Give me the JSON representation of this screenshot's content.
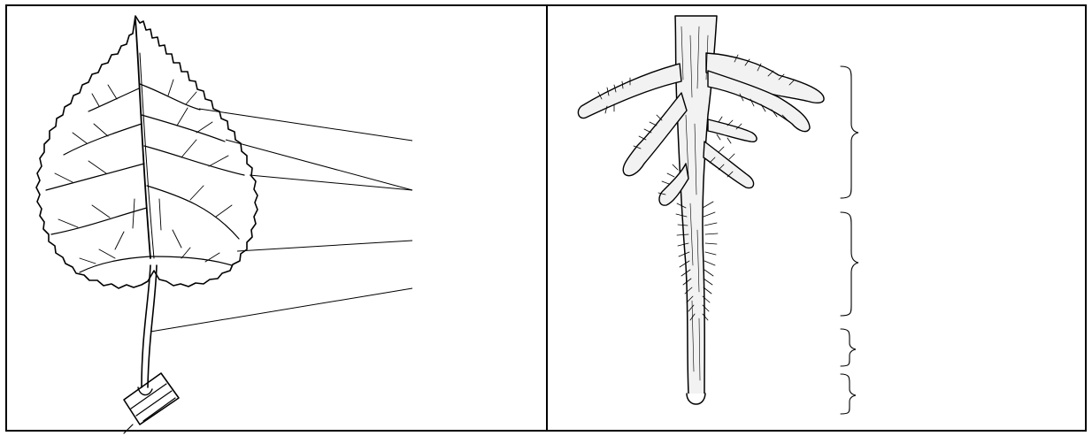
{
  "figure": {
    "panels": [
      {
        "id": "leaf",
        "subject": "leaf-drawing",
        "pointer_lines": 5
      },
      {
        "id": "root",
        "subject": "root-drawing",
        "brackets": 4
      }
    ]
  },
  "colors": {
    "ink": "#000000",
    "background": "#ffffff",
    "root_fill": "#f2f2f2"
  }
}
